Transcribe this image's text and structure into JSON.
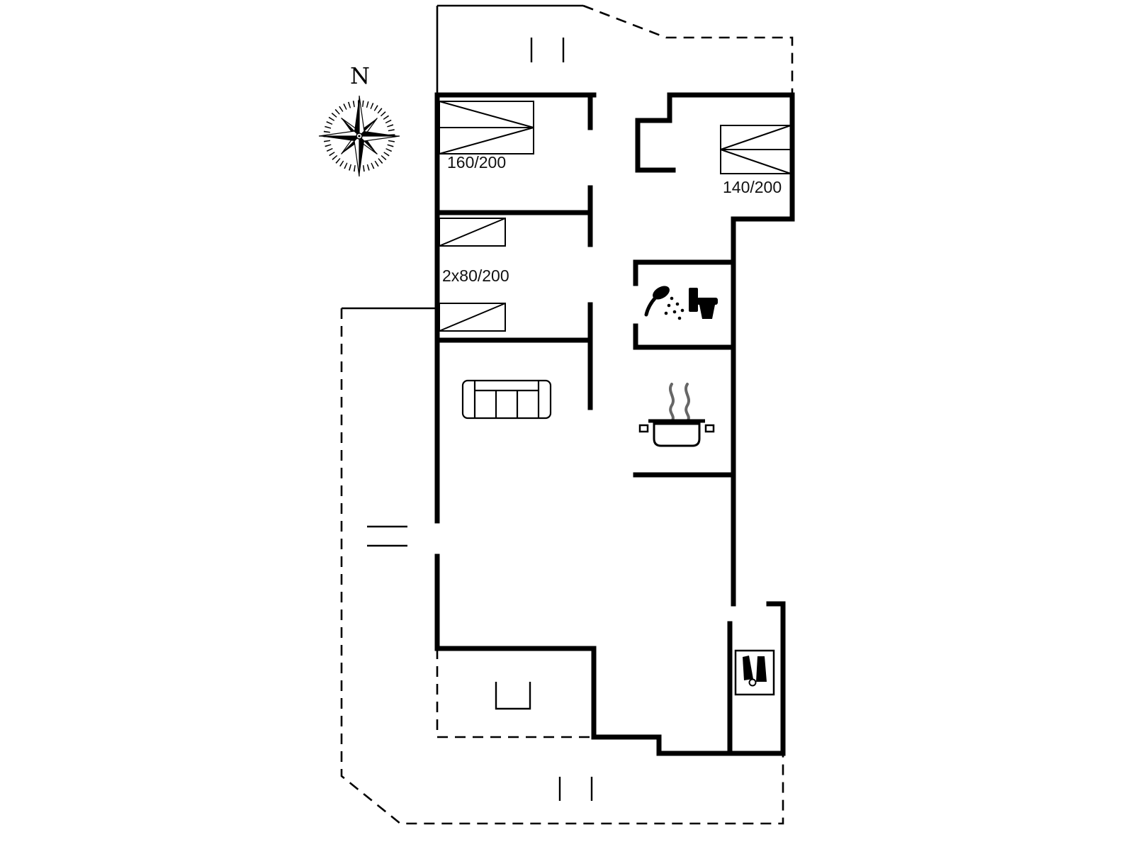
{
  "compass": {
    "north_label": "N"
  },
  "beds": {
    "double": {
      "label": "160/200"
    },
    "twin": {
      "label": "2x80/200"
    },
    "right": {
      "label": "140/200"
    }
  },
  "colors": {
    "line": "#000000",
    "background": "#ffffff",
    "steam": "#666666"
  },
  "icons": {
    "compass": "compass-rose-icon",
    "sofa": "sofa-icon",
    "shower": "shower-icon",
    "toilet": "toilet-icon",
    "pot": "pot-with-steam-icon",
    "grill": "grill-icon",
    "boiler": "water-heater-icon"
  }
}
